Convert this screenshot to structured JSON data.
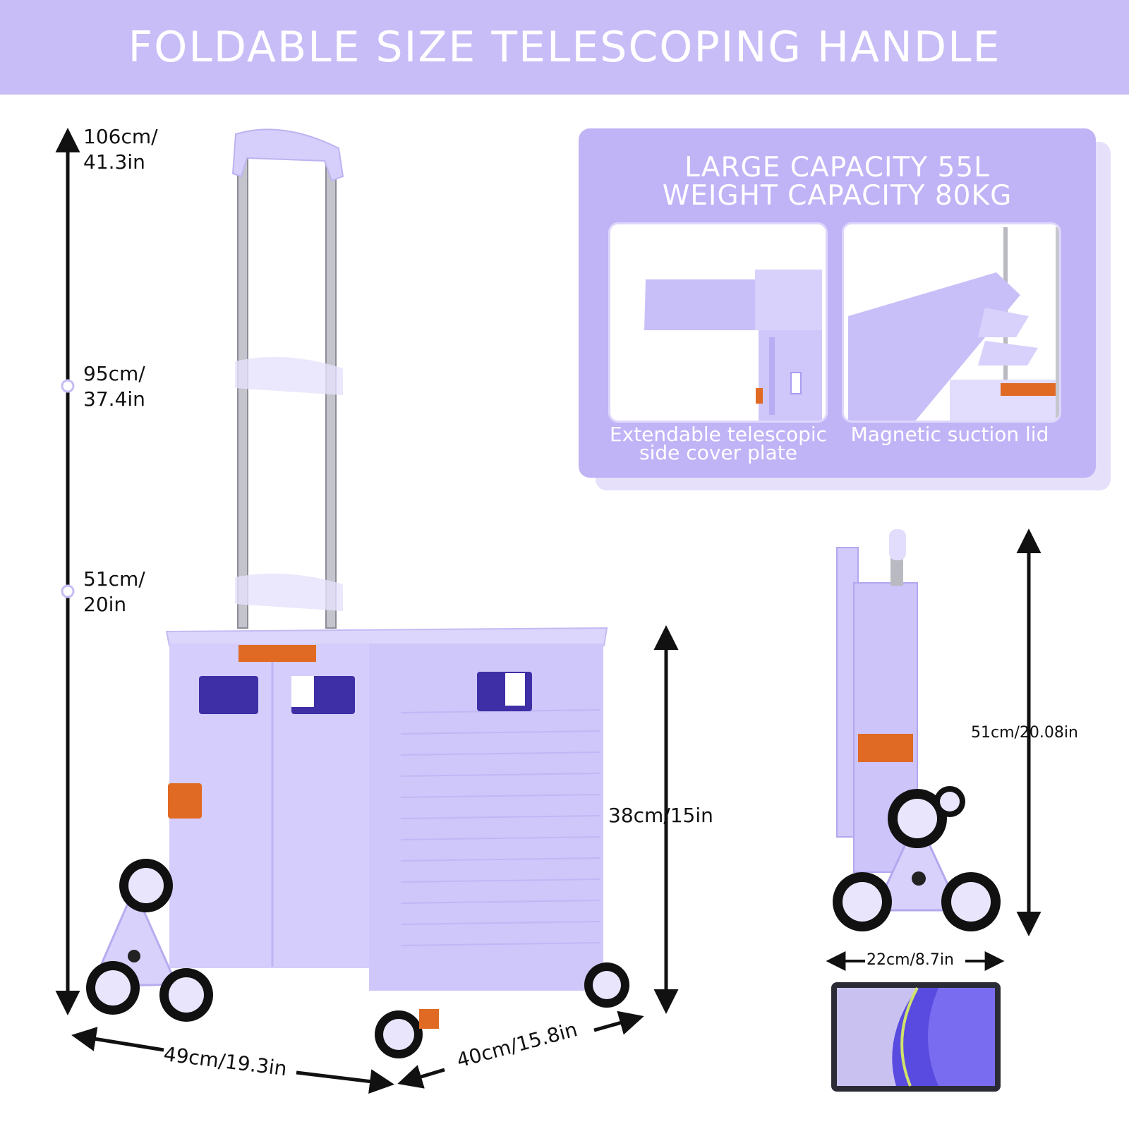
{
  "banner": {
    "title": "FOLDABLE SIZE TELESCOPING HANDLE"
  },
  "capacity_panel": {
    "line1": "LARGE CAPACITY 55L",
    "line2": "WEIGHT CAPACITY 80KG",
    "features": [
      {
        "caption_line1": "Extendable telescopic",
        "caption_line2": "side cover plate"
      },
      {
        "caption_line1": "Magnetic suction lid"
      }
    ]
  },
  "dimensions": {
    "height_max": {
      "line1": "106cm/",
      "line2": "41.3in"
    },
    "height_mid": {
      "line1": "95cm/",
      "line2": "37.4in"
    },
    "height_low": {
      "line1": "51cm/",
      "line2": "20in"
    },
    "box_height": "38cm/15in",
    "length": "49cm/19.3in",
    "width": "40cm/15.8in",
    "folded_height": "51cm/20.08in",
    "folded_depth": "22cm/8.7in"
  },
  "colors": {
    "banner": "#c8bdf7",
    "panel": "#c0b3f6",
    "cart_body": "#d3cbfb",
    "accent_orange": "#e06a24"
  }
}
